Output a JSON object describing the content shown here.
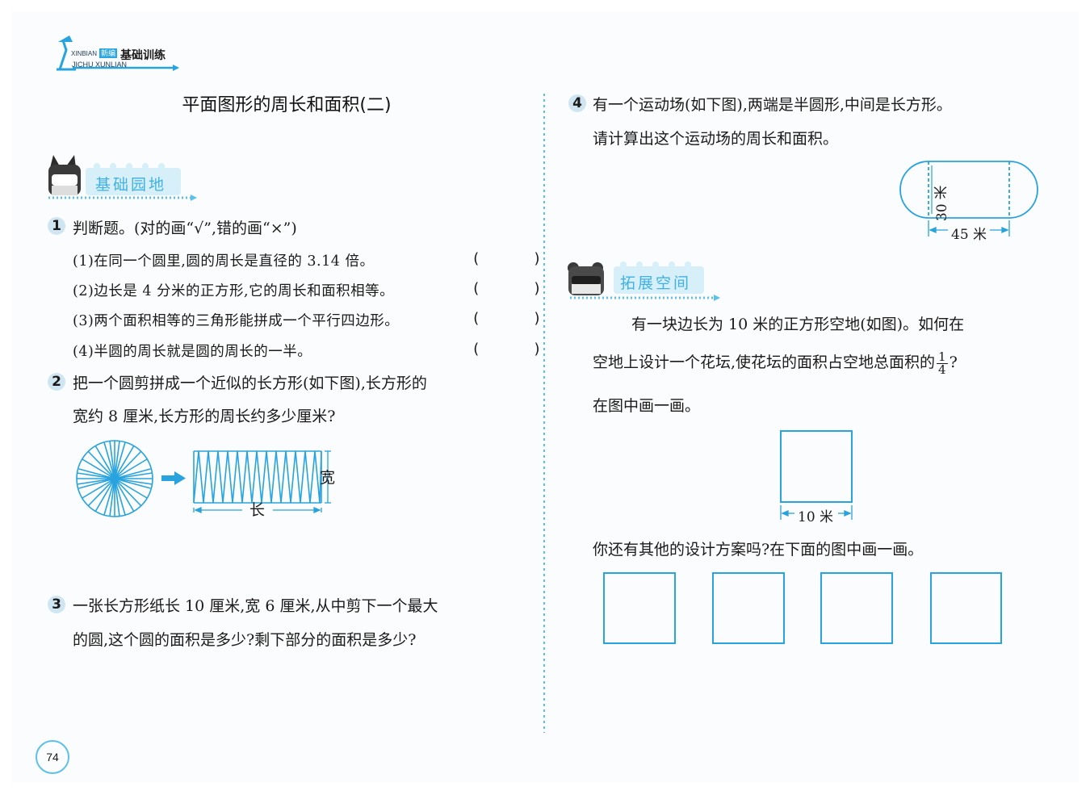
{
  "brand": {
    "pinyin_top": "XINBIAN",
    "tag": "新编",
    "title": "基础训练",
    "pinyin_bottom": "JICHU  XUNLIAN"
  },
  "title": "平面图形的周长和面积(二)",
  "section_basic": {
    "label": "基础园地"
  },
  "section_extend": {
    "label": "拓展空间"
  },
  "q1": {
    "num": "1",
    "prompt": "判断题。(对的画“√”,错的画“×”)",
    "items": [
      {
        "text": "(1)在同一个圆里,圆的周长是直径的 3.14 倍。",
        "blank": "(      )"
      },
      {
        "text": "(2)边长是 4 分米的正方形,它的周长和面积相等。",
        "blank": "(      )"
      },
      {
        "text": "(3)两个面积相等的三角形能拼成一个平行四边形。",
        "blank": "(      )"
      },
      {
        "text": "(4)半圆的周长就是圆的周长的一半。",
        "blank": "(      )"
      }
    ]
  },
  "q2": {
    "num": "2",
    "line1": "把一个圆剪拼成一个近似的长方形(如下图),长方形的",
    "line2": "宽约 8 厘米,长方形的周长约多少厘米?",
    "label_width": "宽",
    "label_length": "长"
  },
  "q3": {
    "num": "3",
    "line1": "一张长方形纸长 10 厘米,宽 6 厘米,从中剪下一个最大",
    "line2": "的圆,这个圆的面积是多少?剩下部分的面积是多少?"
  },
  "q4": {
    "num": "4",
    "line1": "有一个运动场(如下图),两端是半圆形,中间是长方形。",
    "line2": "请计算出这个运动场的周长和面积。",
    "label_height": "30 米",
    "label_length": "45 米"
  },
  "extend": {
    "line1": "有一块边长为 10 米的正方形空地(如图)。如何在",
    "line2_before": "空地上设计一个花坛,使花坛的面积占空地总面积的",
    "fraction_num": "1",
    "fraction_den": "4",
    "line2_after": "?",
    "line3": "在图中画一画。",
    "label_side": "10 米",
    "line4": "你还有其他的设计方案吗?在下面的图中画一画。"
  },
  "page_number": "74",
  "colors": {
    "accent": "#29a3dd",
    "section_text": "#3fb1e5",
    "number_badge": "#cfe6f2"
  }
}
